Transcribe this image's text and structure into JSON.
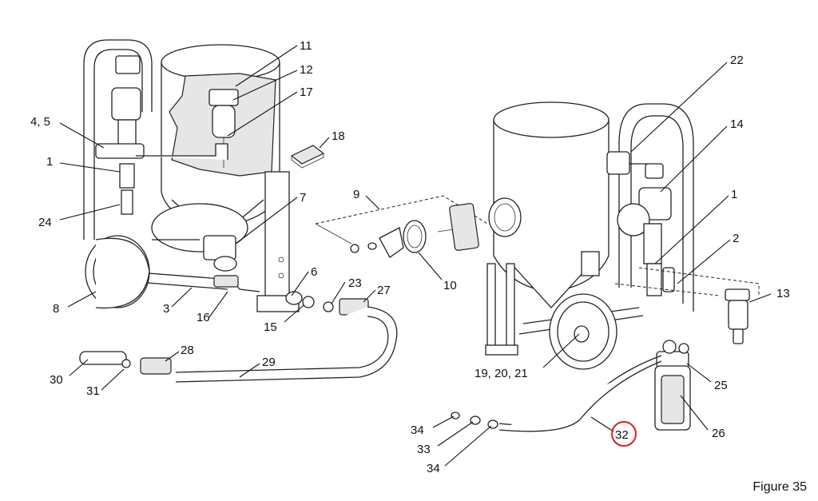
{
  "figure_label": "Figure 35",
  "callouts": [
    "11",
    "12",
    "17",
    "18",
    "4, 5",
    "1",
    "24",
    "7",
    "9",
    "6",
    "23",
    "27",
    "8",
    "3",
    "16",
    "15",
    "10",
    "28",
    "29",
    "30",
    "31",
    "22",
    "14",
    "1",
    "2",
    "13",
    "19, 20, 21",
    "25",
    "26",
    "34",
    "33",
    "34",
    "32"
  ],
  "highlighted_callout": "32",
  "highlight_color": "#d42020"
}
